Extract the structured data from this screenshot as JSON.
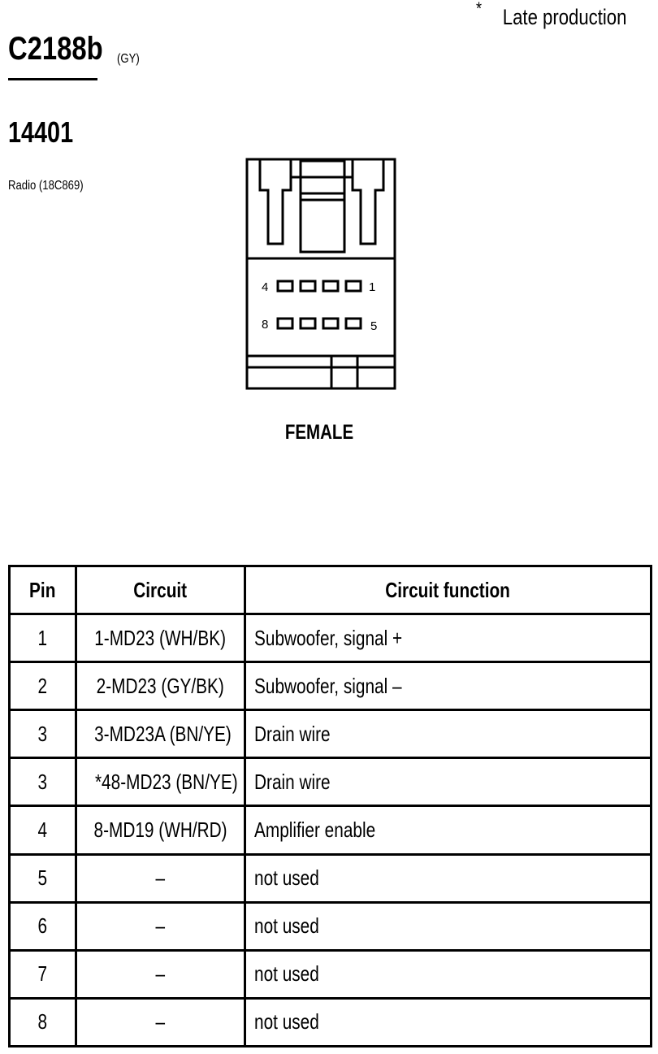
{
  "header": {
    "note_symbol": "*",
    "note_text": "Late production",
    "connector_id": "C2188b",
    "connector_color": "(GY)",
    "part_number": "14401",
    "component": "Radio (18C869)"
  },
  "diagram": {
    "pin_labels": {
      "top_left": "4",
      "top_right": "1",
      "bottom_left": "8",
      "bottom_right": "5"
    },
    "gender": "FEMALE"
  },
  "table": {
    "headers": [
      "Pin",
      "Circuit",
      "Circuit function"
    ],
    "rows": [
      {
        "pin": "1",
        "circuit": "1-MD23 (WH/BK)",
        "function": "Subwoofer, signal +"
      },
      {
        "pin": "2",
        "circuit": "2-MD23 (GY/BK)",
        "function": "Subwoofer, signal –"
      },
      {
        "pin": "3",
        "circuit": "3-MD23A (BN/YE)",
        "function": "Drain wire"
      },
      {
        "pin": "3",
        "circuit": "*48-MD23 (BN/YE)",
        "function": "Drain wire"
      },
      {
        "pin": "4",
        "circuit": "8-MD19 (WH/RD)",
        "function": "Amplifier enable"
      },
      {
        "pin": "5",
        "circuit": "–",
        "function": "not used"
      },
      {
        "pin": "6",
        "circuit": "–",
        "function": "not used"
      },
      {
        "pin": "7",
        "circuit": "–",
        "function": "not used"
      },
      {
        "pin": "8",
        "circuit": "–",
        "function": "not used"
      }
    ]
  }
}
